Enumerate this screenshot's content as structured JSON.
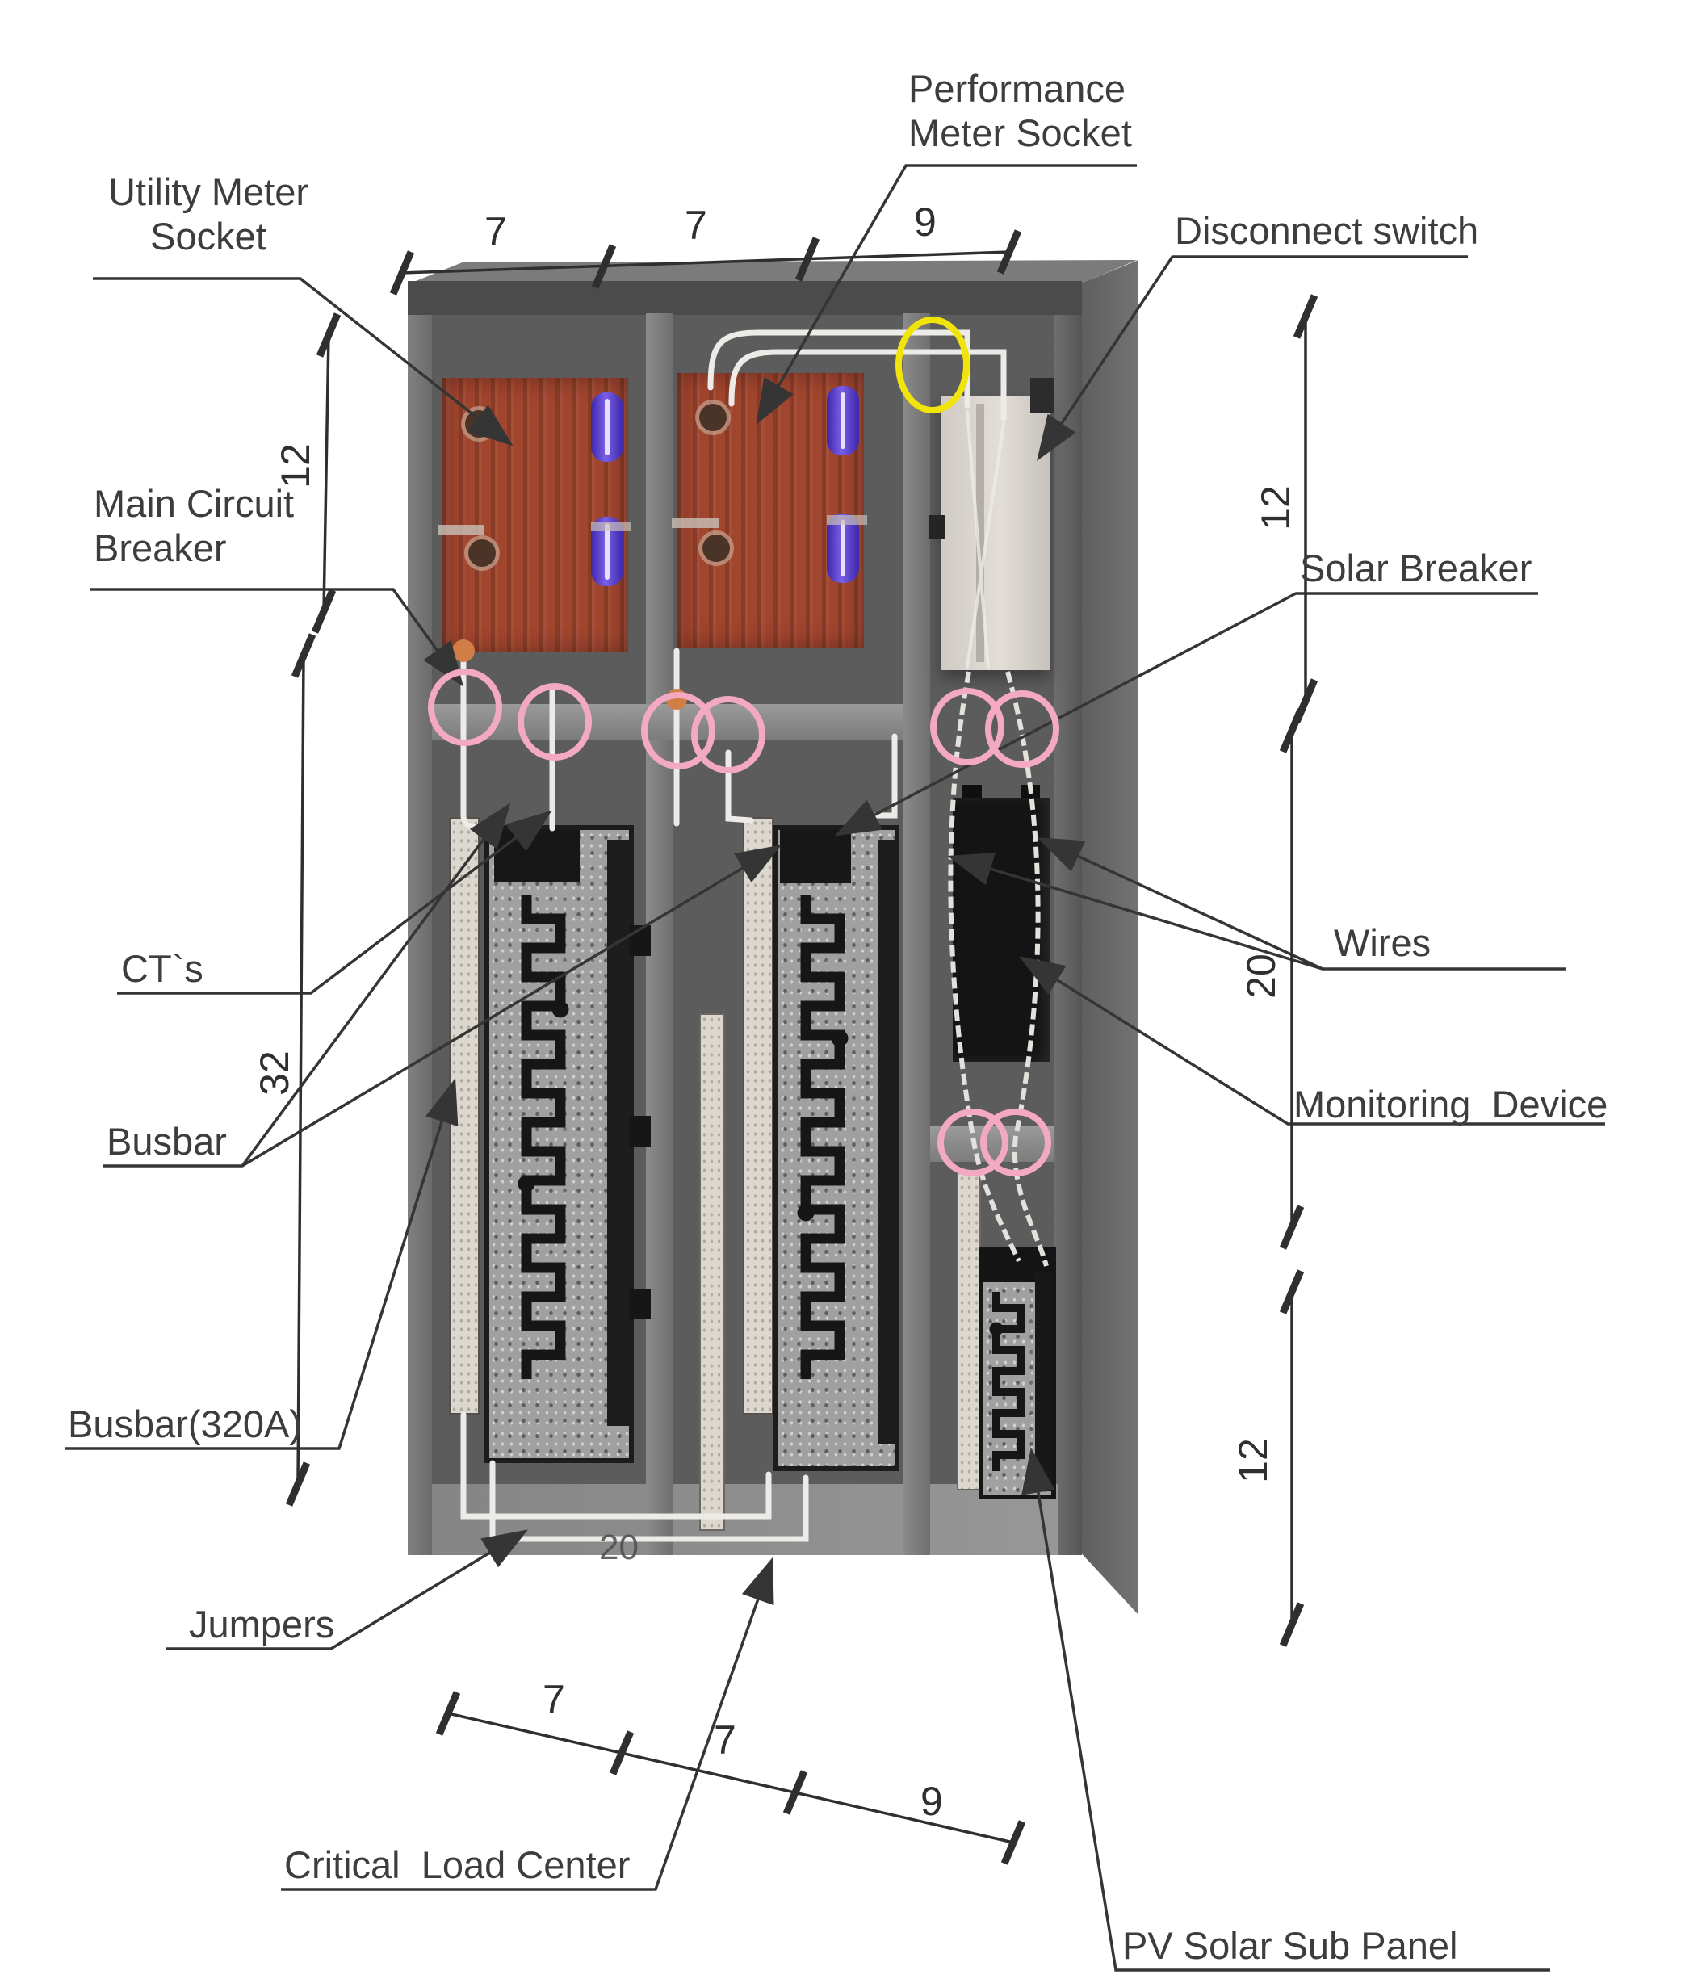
{
  "labels": {
    "utility_meter_socket": "Utility Meter\nSocket",
    "performance_meter_socket": "Performance\nMeter Socket",
    "disconnect_switch": "Disconnect switch",
    "main_circuit_breaker": "Main Circuit\nBreaker",
    "cts": "CT`s",
    "busbar": "Busbar",
    "busbar_320a": "Busbar(320A)",
    "jumpers": "Jumpers",
    "critical_load_center": "Critical  Load Center",
    "pv_solar_sub_panel": "PV Solar Sub Panel",
    "solar_breaker": "Solar Breaker",
    "wires": "Wires",
    "monitoring_device": "Monitoring  Device"
  },
  "dimensions": {
    "top": [
      "7",
      "7",
      "9"
    ],
    "bottom": [
      "7",
      "7",
      "9"
    ],
    "left": [
      "12",
      "32"
    ],
    "right": [
      "12",
      "20",
      "12"
    ],
    "interior_note": "20"
  },
  "markers": {
    "pink_circle_count": "8",
    "yellow_circle_count": "1"
  },
  "colors": {
    "line": "#3d3d3d",
    "enclosure": "#686868",
    "meter_socket": "#a0452e",
    "bayonet": "#5a3fd8",
    "disconnect": "#d7d3cc",
    "wire": "#eceae6",
    "marker_pink": "#f3a9c1",
    "marker_yellow": "#f1e40b",
    "busbar_strip": "#dcd8cf",
    "load_panel": "#a0a0a0"
  }
}
